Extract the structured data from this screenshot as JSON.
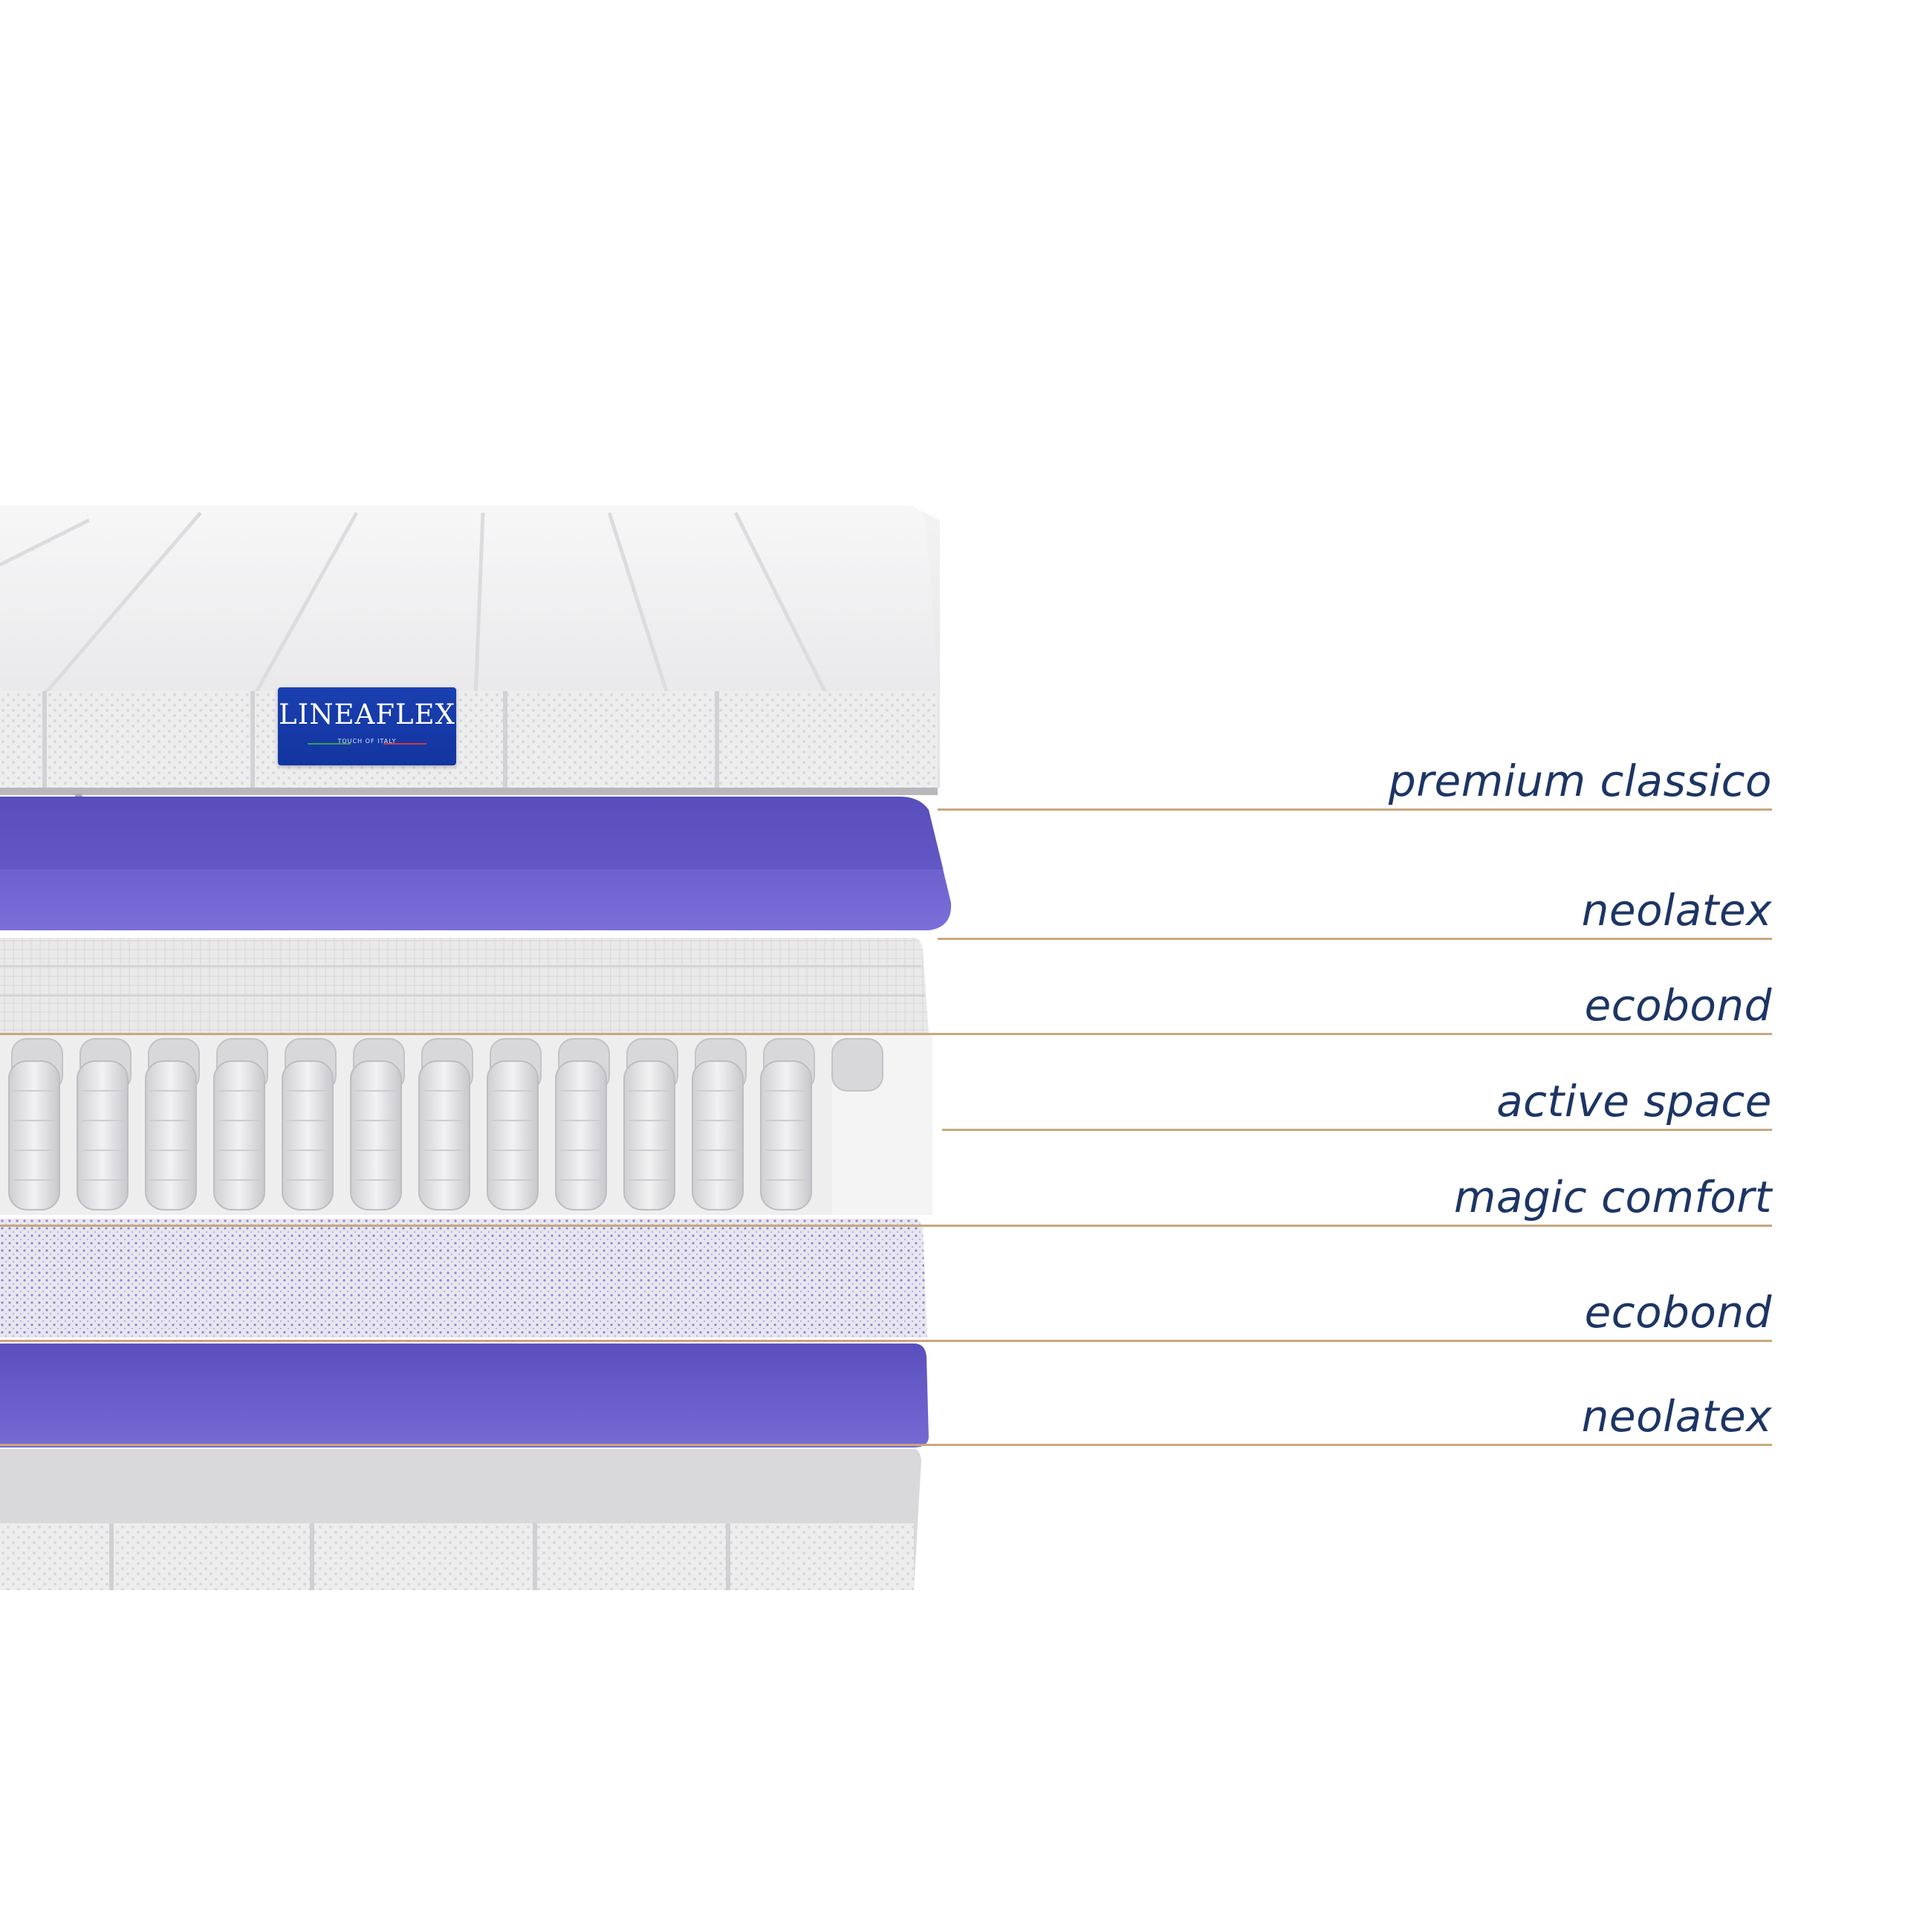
{
  "brand": {
    "name": "LINEAFLEX",
    "tagline": "TOUCH OF ITALY"
  },
  "layers": [
    {
      "label": "premium classico"
    },
    {
      "label": "neolatex"
    },
    {
      "label": "ecobond"
    },
    {
      "label": "active space"
    },
    {
      "label": "magic comfort"
    },
    {
      "label": "ecobond"
    },
    {
      "label": "neolatex"
    }
  ],
  "colors": {
    "label_text": "#1d3565",
    "leader_line": "#c9a77e",
    "latex_layer": "#6f63cf",
    "brand_tag": "#1a3fb0"
  }
}
